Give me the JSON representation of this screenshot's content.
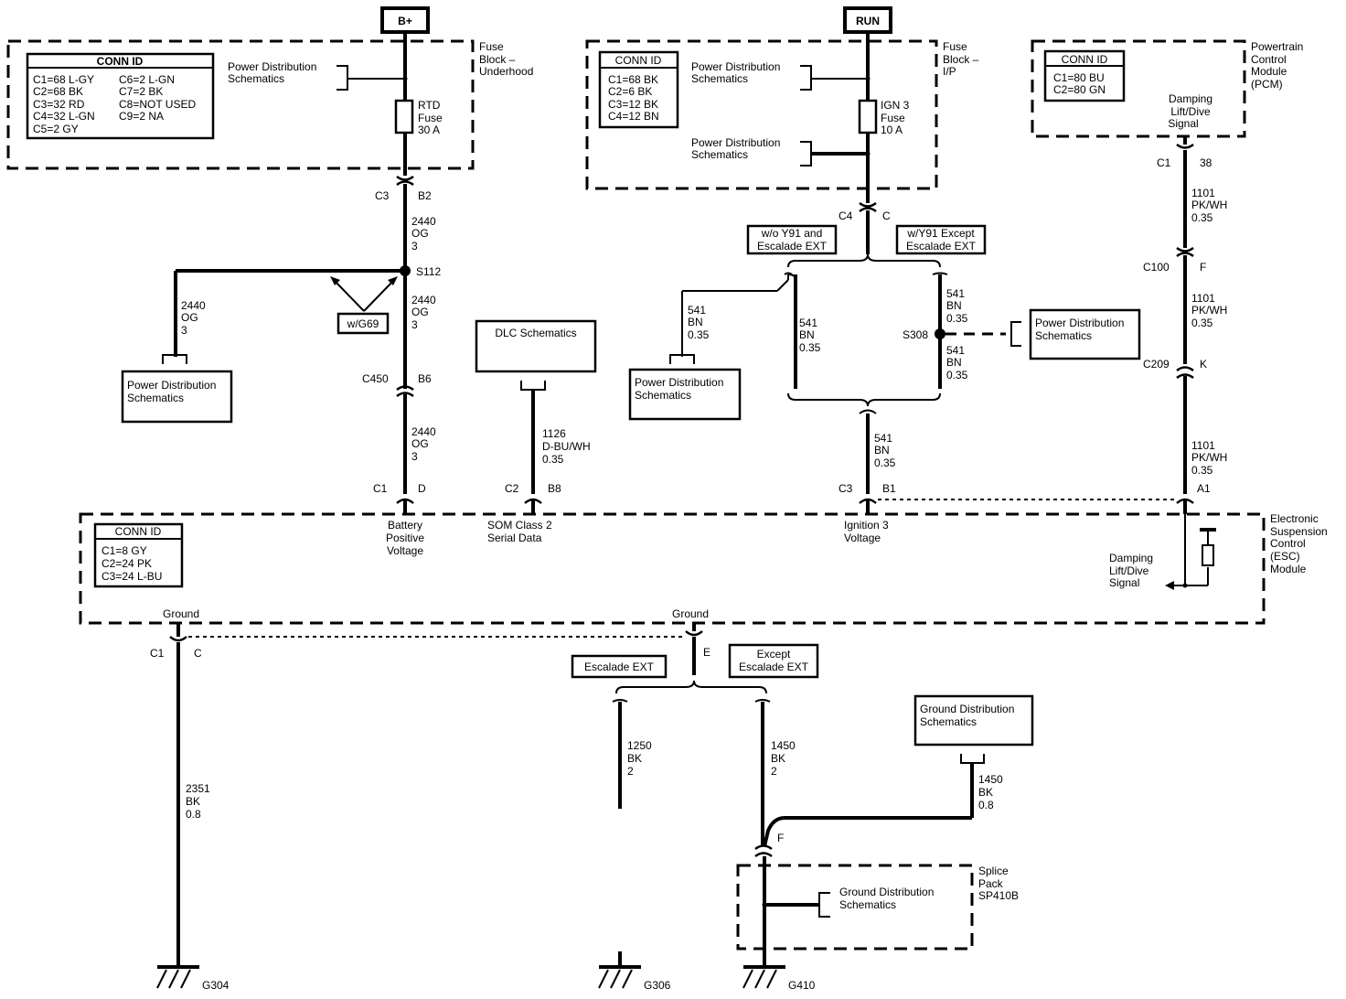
{
  "power_sources": {
    "bplus": "B+",
    "run": "RUN"
  },
  "fuse_block_underhood": {
    "title": [
      "Fuse",
      "Block –",
      "Underhood"
    ],
    "conn_id_title": "CONN ID",
    "conn_left": [
      "C1=68 L-GY",
      "C2=68 BK",
      "C3=32 RD",
      "C4=32 L-GN",
      "C5=2 GY"
    ],
    "conn_right": [
      "C6=2 L-GN",
      "C7=2 BK",
      "C8=NOT USED",
      "C9=2 NA"
    ],
    "pd_ref": [
      "Power Distribution",
      "Schematics"
    ],
    "fuse": [
      "RTD",
      "Fuse",
      "30 A"
    ]
  },
  "fuse_block_ip": {
    "title": [
      "Fuse",
      "Block –",
      "I/P"
    ],
    "conn_id_title": "CONN ID",
    "conn": [
      "C1=68 BK",
      "C2=6 BK",
      "C3=12 BK",
      "C4=12 BN"
    ],
    "pd_ref1": [
      "Power Distribution",
      "Schematics"
    ],
    "pd_ref2": [
      "Power Distribution",
      "Schematics"
    ],
    "fuse": [
      "IGN 3",
      "Fuse",
      "10 A"
    ]
  },
  "pcm": {
    "title": [
      "Powertrain",
      "Control",
      "Module",
      "(PCM)"
    ],
    "conn_id_title": "CONN ID",
    "conn": [
      "C1=80 BU",
      "C2=80 GN"
    ],
    "signal": [
      "Damping",
      "Lift/Dive",
      "Signal"
    ],
    "pin": [
      "C1",
      "38"
    ]
  },
  "esc_module": {
    "title": [
      "Electronic",
      "Suspension",
      "Control",
      "(ESC)",
      "Module"
    ],
    "conn_id_title": "CONN ID",
    "conn": [
      "C1=8 GY",
      "C2=24 PK",
      "C3=24 L-BU"
    ],
    "pins": {
      "bat": [
        "Battery",
        "Positive",
        "Voltage"
      ],
      "som": [
        "SOM Class 2",
        "Serial Data"
      ],
      "ign": [
        "Ignition 3",
        "Voltage"
      ],
      "damping": [
        "Damping",
        "Lift/Dive",
        "Signal"
      ],
      "ground1": "Ground",
      "ground2": "Ground"
    }
  },
  "connectors": {
    "c3_b2": [
      "C3",
      "B2"
    ],
    "c450_b6": [
      "C450",
      "B6"
    ],
    "c1_d": [
      "C1",
      "D"
    ],
    "c2_b8": [
      "C2",
      "B8"
    ],
    "c4_c": [
      "C4",
      "C"
    ],
    "c3_b1": [
      "C3",
      "B1"
    ],
    "c100_f": [
      "C100",
      "F"
    ],
    "c209_k": [
      "C209",
      "K"
    ],
    "a1": "A1",
    "c1_c": [
      "C1",
      "C"
    ],
    "e": "E",
    "f": "F"
  },
  "wires": {
    "w2440_a": [
      "2440",
      "OG",
      "3"
    ],
    "w2440_b": [
      "2440",
      "OG",
      "3"
    ],
    "w2440_c": [
      "2440",
      "OG",
      "3"
    ],
    "w2440_d": [
      "2440",
      "OG",
      "3"
    ],
    "w1126": [
      "1126",
      "D-BU/WH",
      "0.35"
    ],
    "w541_a": [
      "541",
      "BN",
      "0.35"
    ],
    "w541_b": [
      "541",
      "BN",
      "0.35"
    ],
    "w541_c": [
      "541",
      "BN",
      "0.35"
    ],
    "w541_d": [
      "541",
      "BN",
      "0.35"
    ],
    "w541_e": [
      "541",
      "BN",
      "0.35"
    ],
    "w1101_a": [
      "1101",
      "PK/WH",
      "0.35"
    ],
    "w1101_b": [
      "1101",
      "PK/WH",
      "0.35"
    ],
    "w1101_c": [
      "1101",
      "PK/WH",
      "0.35"
    ],
    "w2351": [
      "2351",
      "BK",
      "0.8"
    ],
    "w1250": [
      "1250",
      "BK",
      "2"
    ],
    "w1450_a": [
      "1450",
      "BK",
      "2"
    ],
    "w1450_b": [
      "1450",
      "BK",
      "0.8"
    ]
  },
  "splices": {
    "s112": "S112",
    "s308": "S308"
  },
  "options": {
    "wg69": "w/G69",
    "wo_y91": [
      "w/o Y91 and",
      "Escalade EXT"
    ],
    "w_y91": [
      "w/Y91 Except",
      "Escalade EXT"
    ],
    "escalade": "Escalade EXT",
    "except_escalade": [
      "Except",
      "Escalade EXT"
    ]
  },
  "references": {
    "pd_left": [
      "Power Distribution",
      "Schematics"
    ],
    "dlc": "DLC Schematics",
    "pd_mid": [
      "Power Distribution",
      "Schematics"
    ],
    "pd_right": [
      "Power Distribution",
      "Schematics"
    ],
    "gd_top": [
      "Ground Distribution",
      "Schematics"
    ],
    "gd_splice": [
      "Ground Distribution",
      "Schematics"
    ]
  },
  "splice_pack": [
    "Splice",
    "Pack",
    "SP410B"
  ],
  "grounds": {
    "g304": "G304",
    "g306": "G306",
    "g410": "G410"
  }
}
